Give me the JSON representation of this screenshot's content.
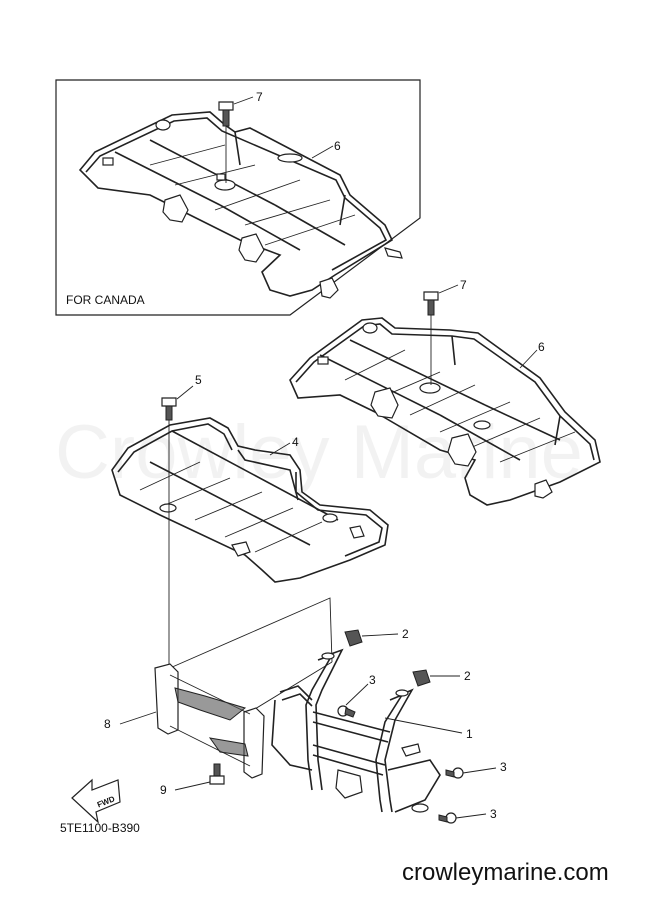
{
  "inset": {
    "label": "FOR CANADA"
  },
  "callouts": {
    "c1": "1",
    "c2a": "2",
    "c2b": "2",
    "c3a": "3",
    "c3b": "3",
    "c3c": "3",
    "c4": "4",
    "c5": "5",
    "c6a": "6",
    "c6b": "6",
    "c7a": "7",
    "c7b": "7",
    "c8": "8",
    "c9": "9"
  },
  "fwd_arrow": {
    "label": "FWD"
  },
  "diagram_code": "5TE1100-B390",
  "watermark": "Crowley Marine",
  "website": "crowleymarine.com"
}
